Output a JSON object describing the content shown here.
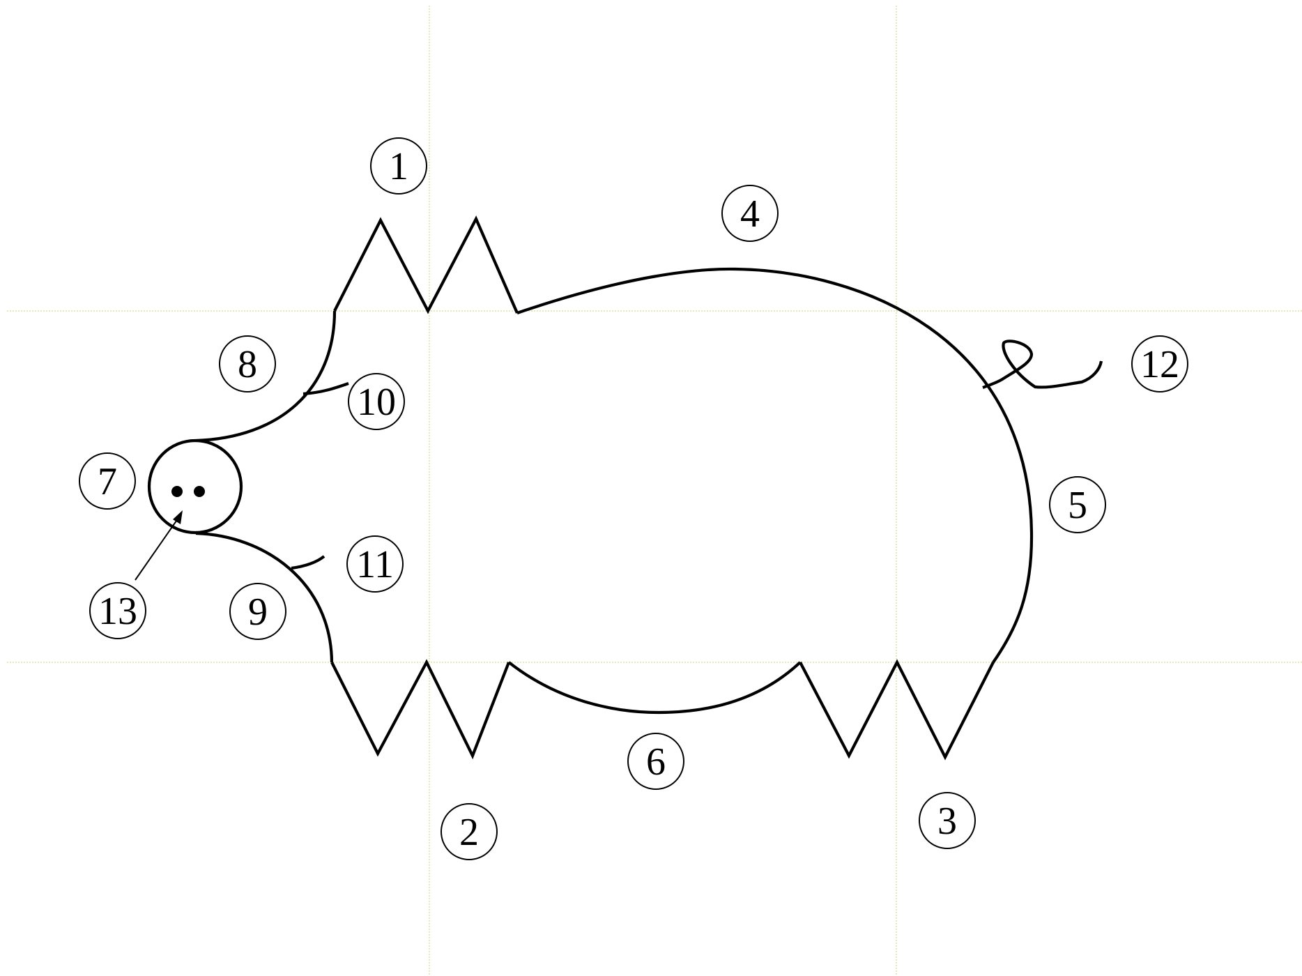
{
  "colors": {
    "guide": "#cfe08a",
    "stroke": "#000000",
    "background": "#ffffff"
  },
  "labels": [
    {
      "id": "label-1",
      "text": "1"
    },
    {
      "id": "label-2",
      "text": "2"
    },
    {
      "id": "label-3",
      "text": "3"
    },
    {
      "id": "label-4",
      "text": "4"
    },
    {
      "id": "label-5",
      "text": "5"
    },
    {
      "id": "label-6",
      "text": "6"
    },
    {
      "id": "label-7",
      "text": "7"
    },
    {
      "id": "label-8",
      "text": "8"
    },
    {
      "id": "label-9",
      "text": "9"
    },
    {
      "id": "label-10",
      "text": "10"
    },
    {
      "id": "label-11",
      "text": "11"
    },
    {
      "id": "label-12",
      "text": "12"
    },
    {
      "id": "label-13",
      "text": "13"
    }
  ]
}
